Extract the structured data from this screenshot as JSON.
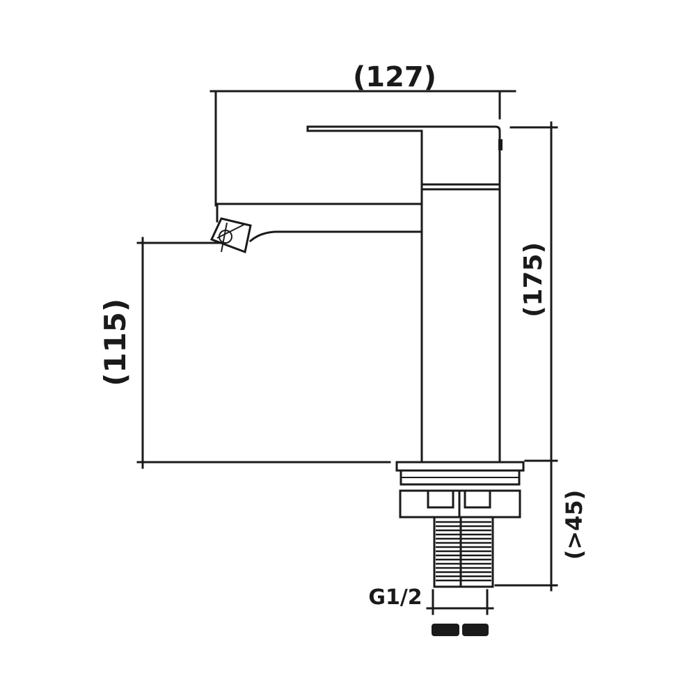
{
  "dimensions": {
    "width_label": "(127)",
    "height_label": "(175)",
    "spout_height_label": "(115)",
    "shank_length_label": "(>45)",
    "thread_label": "G1/2"
  },
  "colors": {
    "line": "#1a1a1a",
    "background": "#ffffff"
  }
}
